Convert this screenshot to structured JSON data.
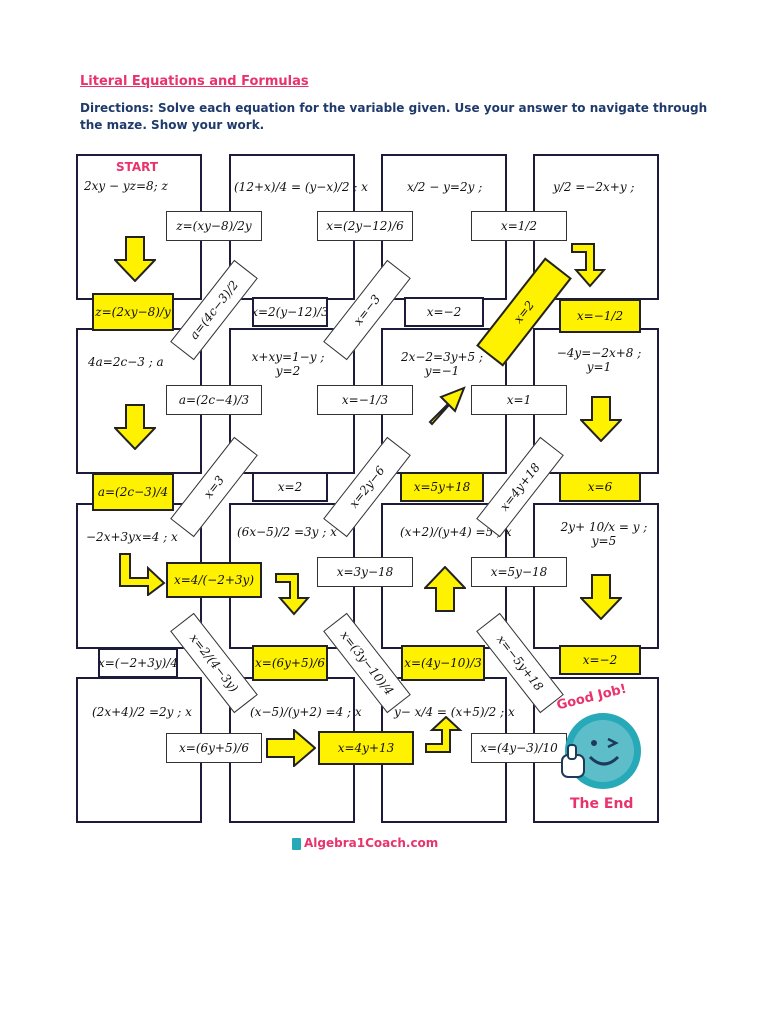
{
  "title": "Literal Equations and Formulas",
  "directions": "Directions: Solve each equation for the variable given. Use your answer to navigate through the maze. Show your work.",
  "start_label": "START",
  "cells": [
    "2xy − yz=8;  z",
    "(12+x)/4 = (y−x)/2 ; x",
    "x/2 − y=2y ;",
    "y/2 =−2x+y ;",
    "4a=2c−3 ; a",
    "x+xy=1−y ; y=2",
    "2x−2=3y+5 ; y=−1",
    "−4y=−2x+8 ; y=1",
    "−2x+3yx=4 ; x",
    "(6x−5)/2 =3y ; x",
    "(x+2)/(y+4) =5 ; x",
    "2y+ 10/x = y ; y=5",
    "(2x+4)/2 =2y ; x",
    "(x−5)/(y+2) =4 ; x",
    "y− x/4 = (x+5)/2 ; x"
  ],
  "answers": {
    "r1": [
      "z=(xy−8)/2y",
      "x=(2y−12)/6",
      "x=1/2"
    ],
    "r1_mid": [
      "z=(2xy−8)/y",
      "x=2(y−12)/3",
      "x=−2",
      "x=−1/2"
    ],
    "r2": [
      "a=(2c−4)/3",
      "x=−1/3",
      "x=1"
    ],
    "r2_mid": [
      "a=(2c−3)/4",
      "x=2",
      "x=5y+18",
      "x=6"
    ],
    "r3": [
      "x=4/(−2+3y)",
      "x=3y−18",
      "x=5y−18"
    ],
    "r3_mid": [
      "x=(−2+3y)/4",
      "x=(6y+5)/6",
      "x=(4y−10)/3",
      "x=−2"
    ],
    "r4": [
      "x=(6y+5)/6",
      "x=4y+13",
      "x=(4y−3)/10"
    ]
  },
  "diagonals": [
    "a=(4c−3)/2",
    "x=−3",
    "x=2",
    "x=3",
    "x=2y−6",
    "x=4y+18",
    "x=2/(4−3y)",
    "x=(3y−10)/4",
    "x=−5y+18"
  ],
  "end_badge": {
    "top": "Good Job!",
    "bottom": "The End"
  },
  "brand": "Algebra1Coach.com",
  "colors": {
    "accent": "#e8336d",
    "directions": "#1f3a6b",
    "highlight": "#fff200",
    "border": "#1c1c3a"
  }
}
